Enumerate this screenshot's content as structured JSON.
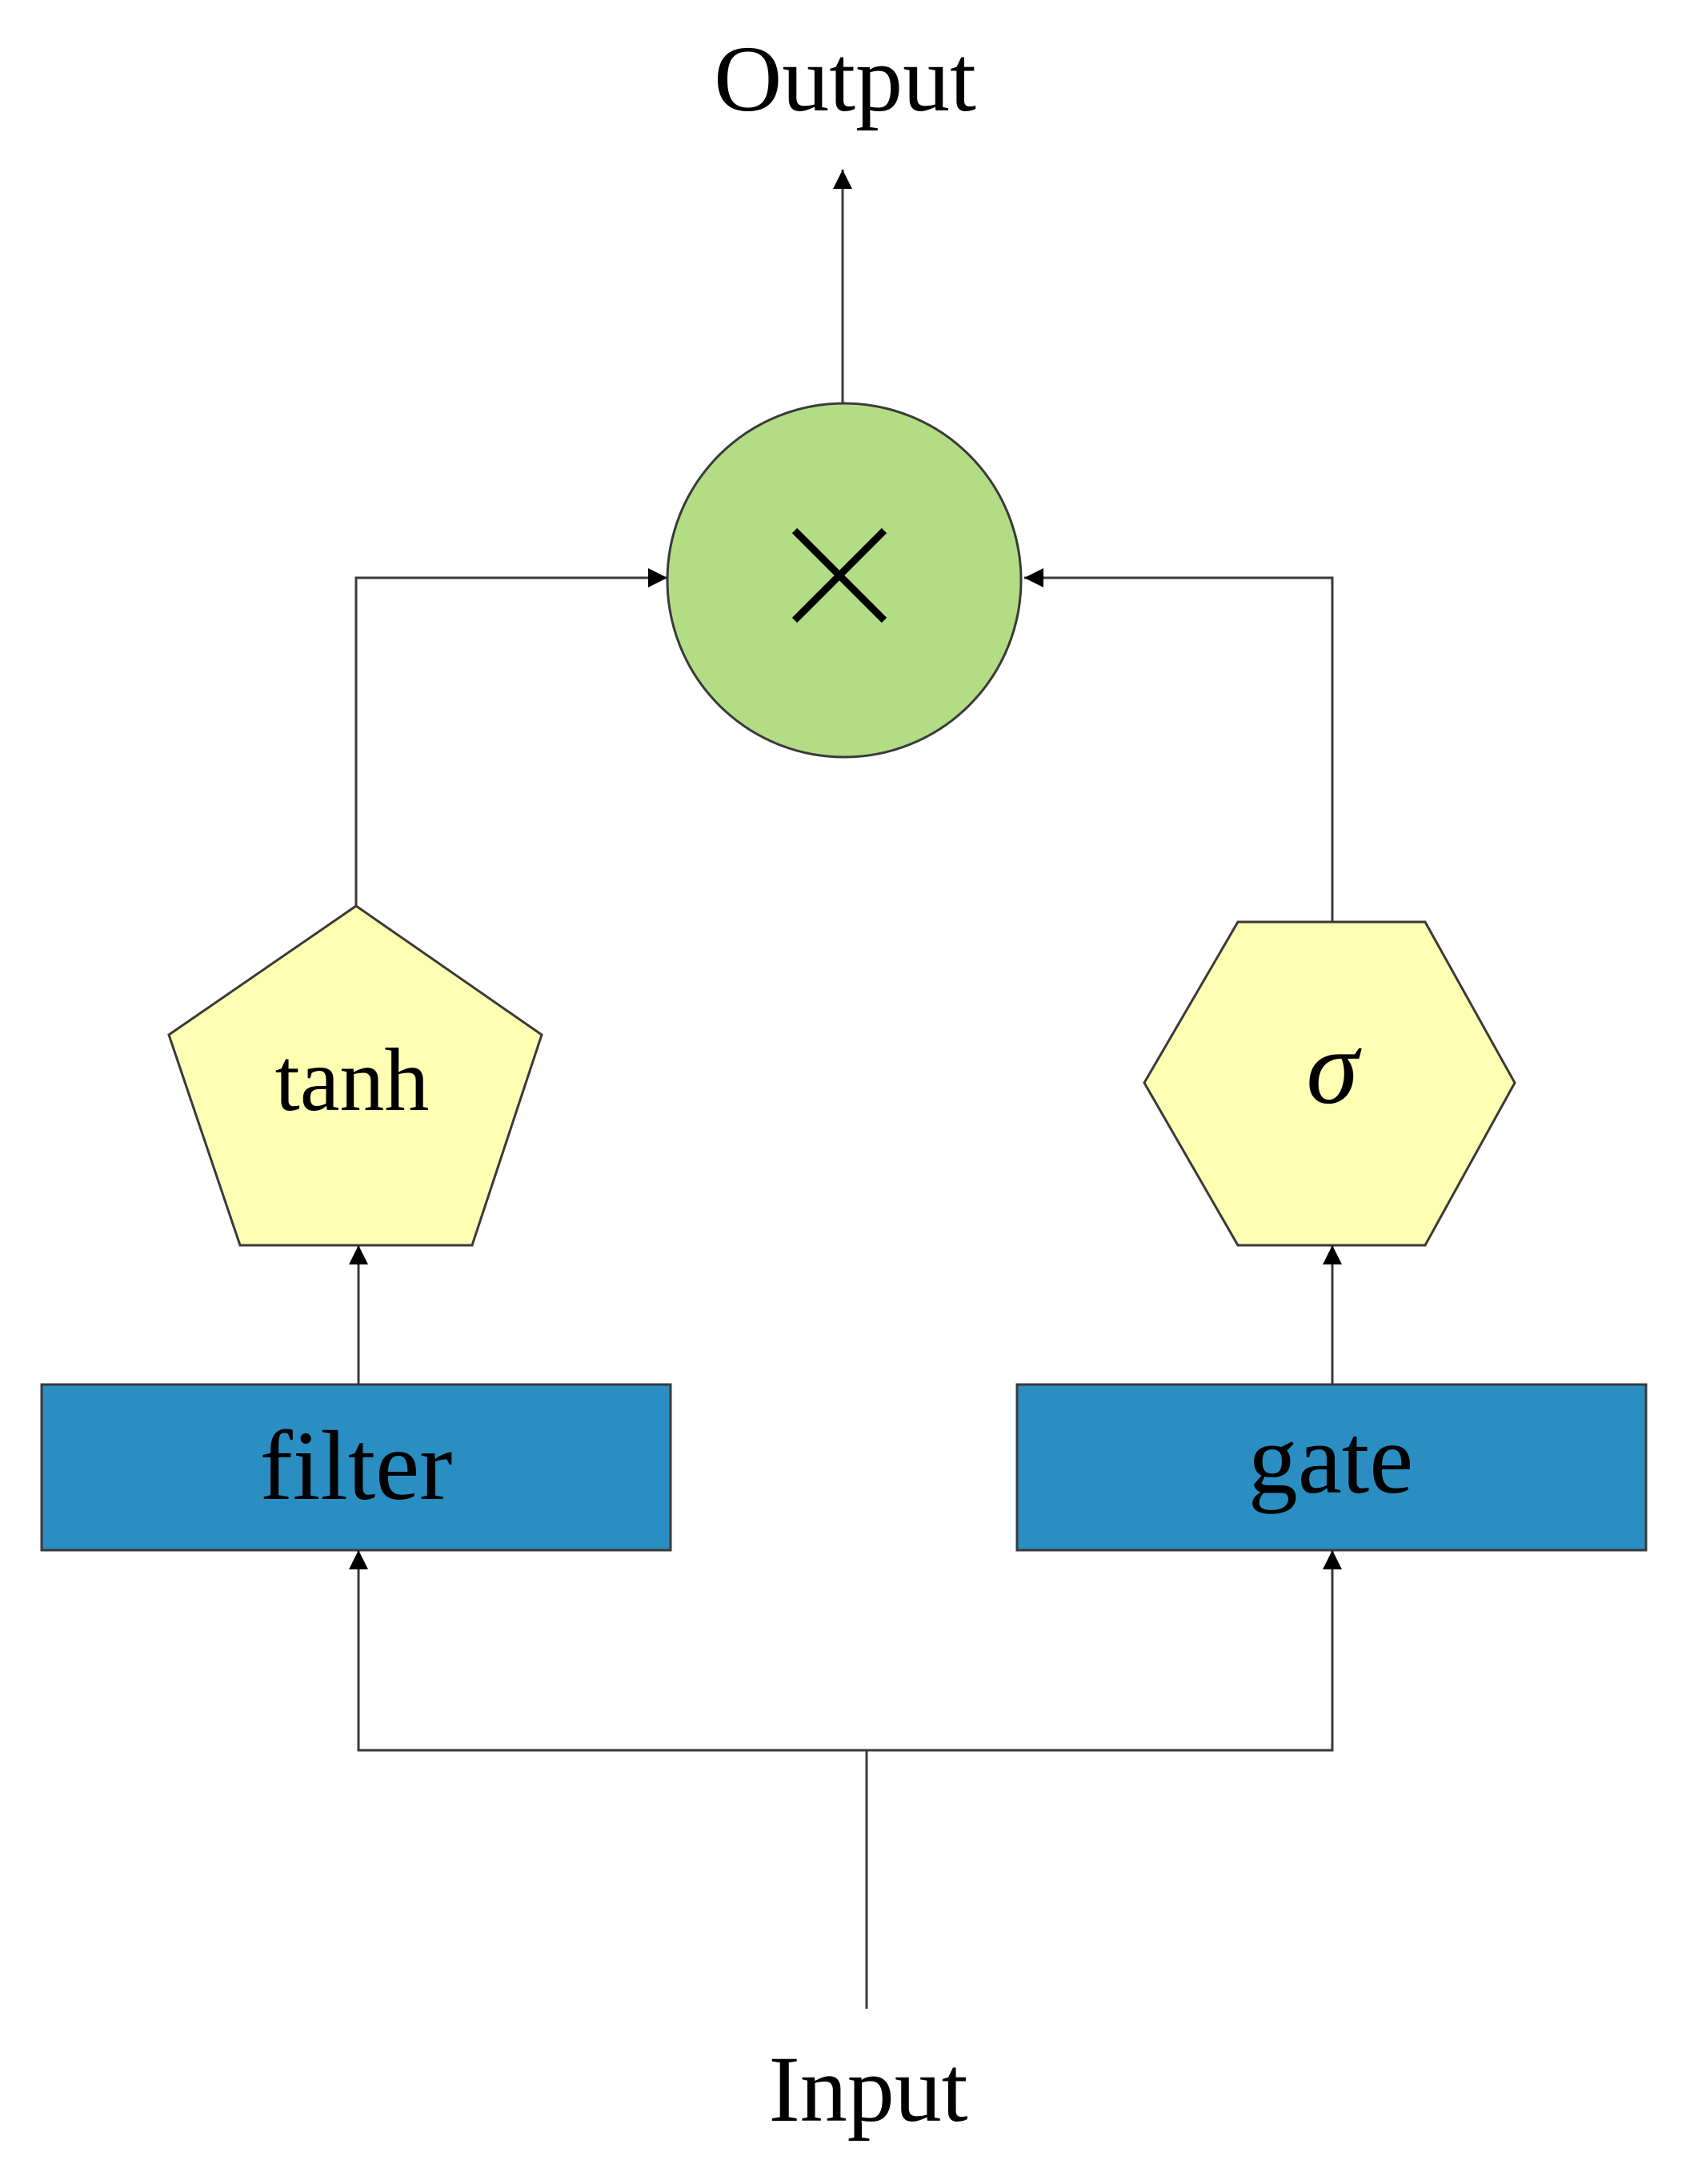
{
  "diagram": {
    "output_label": "Output",
    "input_label": "Input",
    "multiply_symbol": "×",
    "filter_label": "filter",
    "gate_label": "gate",
    "tanh_label": "tanh",
    "sigma_label": "σ"
  },
  "colors": {
    "conv_box": "#2b8ec2",
    "activation_shape": "#ffffb3",
    "multiply_node": "#b3dd84",
    "line": "#3a3a3a"
  },
  "icons": {
    "multiply": "multiply-icon",
    "arrowhead": "arrowhead-icon"
  }
}
